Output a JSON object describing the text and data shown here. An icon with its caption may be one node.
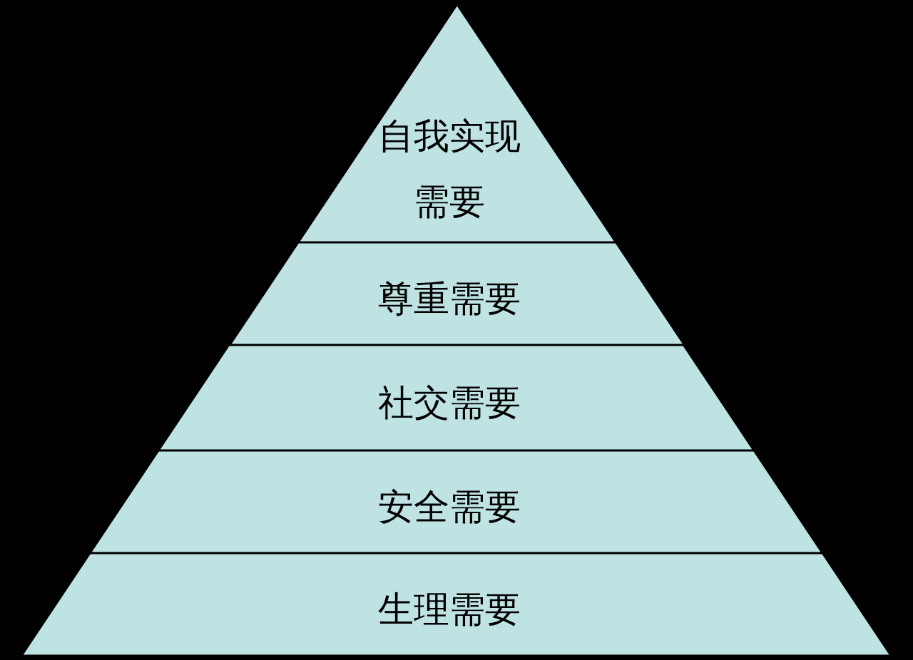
{
  "diagram": {
    "nodes": [
      {
        "text": [
          "自我实现需要"
        ]
      },
      {
        "text": [
          "尊重需要"
        ]
      },
      {
        "text": [
          "社交需要"
        ]
      },
      {
        "text": [
          "安全需要"
        ]
      },
      {
        "text": [
          "生理需要"
        ]
      }
    ]
  }
}
